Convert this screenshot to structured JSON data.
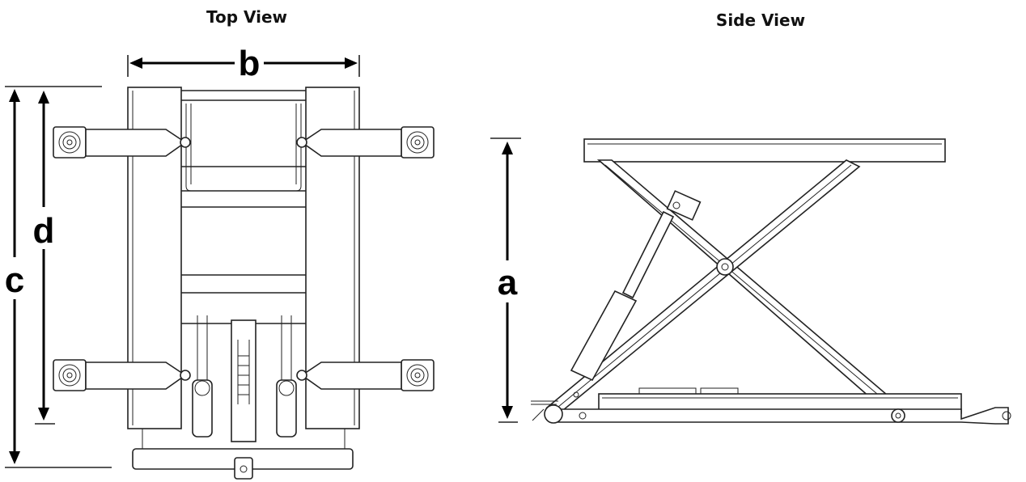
{
  "views": {
    "top": {
      "title": "Top View"
    },
    "side": {
      "title": "Side View"
    }
  },
  "dimensions": {
    "a": "a",
    "b": "b",
    "c": "c",
    "d": "d"
  }
}
